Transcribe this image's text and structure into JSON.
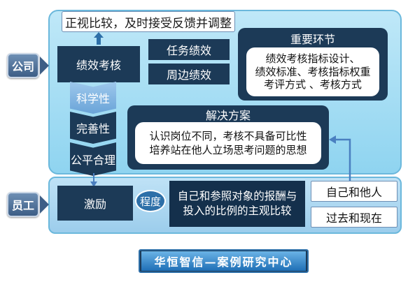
{
  "labels": {
    "company": "公司",
    "employee": "员工"
  },
  "top_note": "正视比较，及时接受反馈并调整",
  "performance": {
    "main": "绩效考核",
    "task": "任务绩效",
    "peripheral": "周边绩效"
  },
  "principles": {
    "scientific": "科学性",
    "complete": "完善性",
    "fair": "公平合理"
  },
  "key_links": {
    "title": "重要环节",
    "lines": [
      "绩效考核指标设计、",
      "绩效标准、考核指标权重",
      "考评方式 、考核方式"
    ]
  },
  "solution": {
    "title": "解决方案",
    "lines": [
      "认识岗位不同，考核不具备可比性",
      "培养站在他人立场思考问题的思想"
    ]
  },
  "incentive": "激励",
  "degree": "程度",
  "comparison": {
    "lines": [
      "自己和参照对象的报酬与",
      "投入的比例的主观比较"
    ]
  },
  "references": {
    "self_other": "自己和他人",
    "past_present": "过去和现在"
  },
  "footer": "华恒智信—案例研究中心",
  "colors": {
    "dark_navy": "#1c3a57",
    "light_cyan": "#8fd4f0",
    "accent_blue": "#2d6fa8"
  }
}
